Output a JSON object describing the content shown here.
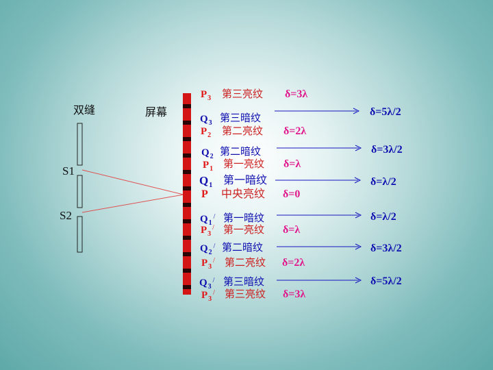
{
  "labels": {
    "double_slit": "双缝",
    "screen": "屏幕",
    "s1": "S1",
    "s2": "S2"
  },
  "fringes": {
    "p3_up": {
      "sym": "P",
      "sub": "3",
      "prime": "",
      "text": "第三亮纹",
      "delta": "δ=3λ"
    },
    "q3_up": {
      "sym": "Q",
      "sub": "3",
      "prime": "",
      "text": "第三暗纹",
      "delta": "δ=5λ/2"
    },
    "p2_up": {
      "sym": "P",
      "sub": "2",
      "prime": "",
      "text": "第二亮纹",
      "delta": "δ=2λ"
    },
    "q2_up": {
      "sym": "Q",
      "sub": "2",
      "prime": "",
      "text": "第二暗纹",
      "delta": "δ=3λ/2"
    },
    "p1_up": {
      "sym": "P",
      "sub": "1",
      "prime": "",
      "text": "第一亮纹",
      "delta": "δ=λ"
    },
    "q1_up": {
      "sym": "Q",
      "sub": "1",
      "prime": "",
      "text": "第一暗纹",
      "delta": "δ=λ/2"
    },
    "p0": {
      "sym": "P",
      "sub": "",
      "prime": "",
      "text": "中央亮纹",
      "delta": "δ=0"
    },
    "q1_down": {
      "sym": "Q",
      "sub": "1",
      "prime": "/",
      "text": "第一暗纹",
      "delta": "δ=λ/2"
    },
    "p1_down": {
      "sym": "P",
      "sub": "3",
      "prime": "/",
      "text": "第一亮纹",
      "delta": "δ=λ"
    },
    "q2_down": {
      "sym": "Q",
      "sub": "2",
      "prime": "/",
      "text": "第二暗纹",
      "delta": "δ=3λ/2"
    },
    "p2_down": {
      "sym": "P",
      "sub": "3",
      "prime": "/",
      "text": "第二亮纹",
      "delta": "δ=2λ"
    },
    "q3_down": {
      "sym": "Q",
      "sub": "3",
      "prime": "/",
      "text": "第三暗纹",
      "delta": "δ=5λ/2"
    },
    "p3_down": {
      "sym": "P",
      "sub": "3",
      "prime": "/",
      "text": "第三亮纹",
      "delta": "δ=3λ"
    }
  },
  "colors": {
    "bright_symbol": "#e11818",
    "bright_text": "#cc2222",
    "dark_text": "#1010b0",
    "delta_bright": "#e0188c",
    "ray": "#e05050",
    "screen_red": "#d41515",
    "screen_dark": "#2a0505"
  }
}
